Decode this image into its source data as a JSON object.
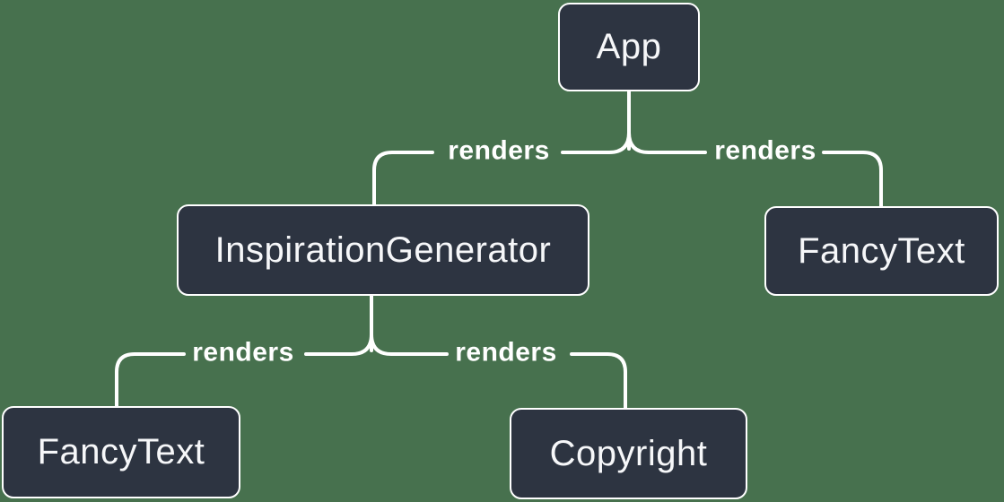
{
  "diagram": {
    "background_color": "#47714E",
    "node_fill_color": "#2D3441",
    "node_border_color": "#FFFFFF",
    "node_text_color": "#F6F7F9",
    "line_color": "#FFFFFF",
    "edge_label_color": "#FFFFFF",
    "nodes": [
      {
        "id": "app",
        "label": "App"
      },
      {
        "id": "inspiration-generator",
        "label": "InspirationGenerator"
      },
      {
        "id": "fancy-text-top",
        "label": "FancyText"
      },
      {
        "id": "fancy-text-bottom",
        "label": "FancyText"
      },
      {
        "id": "copyright",
        "label": "Copyright"
      }
    ],
    "edges": [
      {
        "from": "App",
        "to": "InspirationGenerator",
        "label": "renders"
      },
      {
        "from": "App",
        "to": "FancyText",
        "label": "renders"
      },
      {
        "from": "InspirationGenerator",
        "to": "FancyText",
        "label": "renders"
      },
      {
        "from": "InspirationGenerator",
        "to": "Copyright",
        "label": "renders"
      }
    ]
  }
}
